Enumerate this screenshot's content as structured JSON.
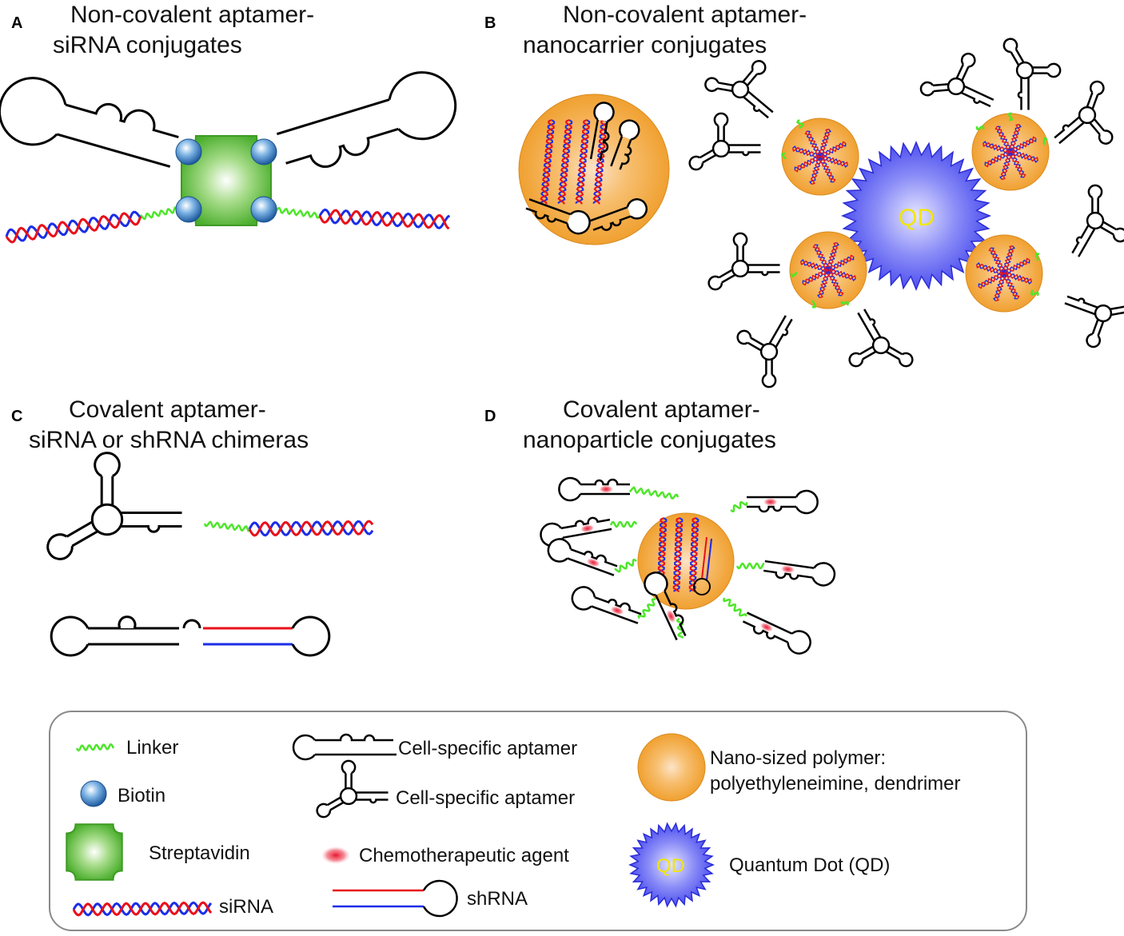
{
  "panels": [
    {
      "letter": "A",
      "title_line1": "Non-covalent aptamer-",
      "title_line2": "siRNA conjugates"
    },
    {
      "letter": "B",
      "title_line1": "Non-covalent aptamer-",
      "title_line2": "nanocarrier conjugates"
    },
    {
      "letter": "C",
      "title_line1": "Covalent aptamer-",
      "title_line2": "siRNA or shRNA chimeras"
    },
    {
      "letter": "D",
      "title_line1": "Covalent aptamer-",
      "title_line2": "nanoparticle conjugates"
    }
  ],
  "quantum_dot_label": "QD",
  "legend": {
    "linker": "Linker",
    "biotin": "Biotin",
    "streptavidin": "Streptavidin",
    "sirna": "siRNA",
    "aptamer_hairpin": "Cell-specific aptamer",
    "aptamer_branched": "Cell-specific aptamer",
    "chemo": "Chemotherapeutic agent",
    "shrna": "shRNA",
    "polymer_line1": "Nano-sized polymer:",
    "polymer_line2": "polyethyleneimine, dendrimer",
    "qd_icon_label": "QD",
    "qd_label": "Quantum Dot (QD)"
  },
  "colors": {
    "strand_red": "#e8101a",
    "strand_blue": "#1a2ee6",
    "linker": "#4ee62a",
    "streptavidin": "#5cbf3a",
    "biotin": "#2f6fb4",
    "polymer": "#f2a535",
    "quantum_dot": "#5b5cf0",
    "chemo": "#e8263c"
  }
}
